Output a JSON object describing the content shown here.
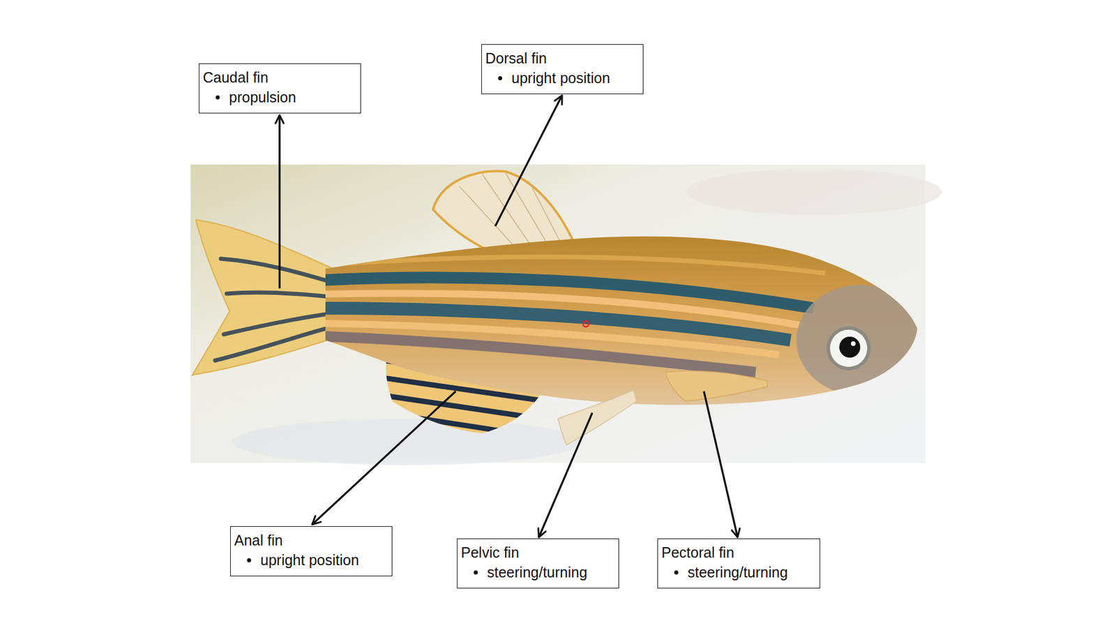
{
  "diagram": {
    "nodes": [
      {
        "text": [
          "Caudal fin",
          "propulsion"
        ]
      },
      {
        "text": [
          "Dorsal fin",
          "upright position"
        ]
      },
      {
        "text": [
          "Anal fin",
          "upright position"
        ]
      },
      {
        "text": [
          "Pelvic fin",
          "steering/turning"
        ]
      },
      {
        "text": [
          "Pectoral fin",
          "steering/turning"
        ]
      }
    ]
  }
}
